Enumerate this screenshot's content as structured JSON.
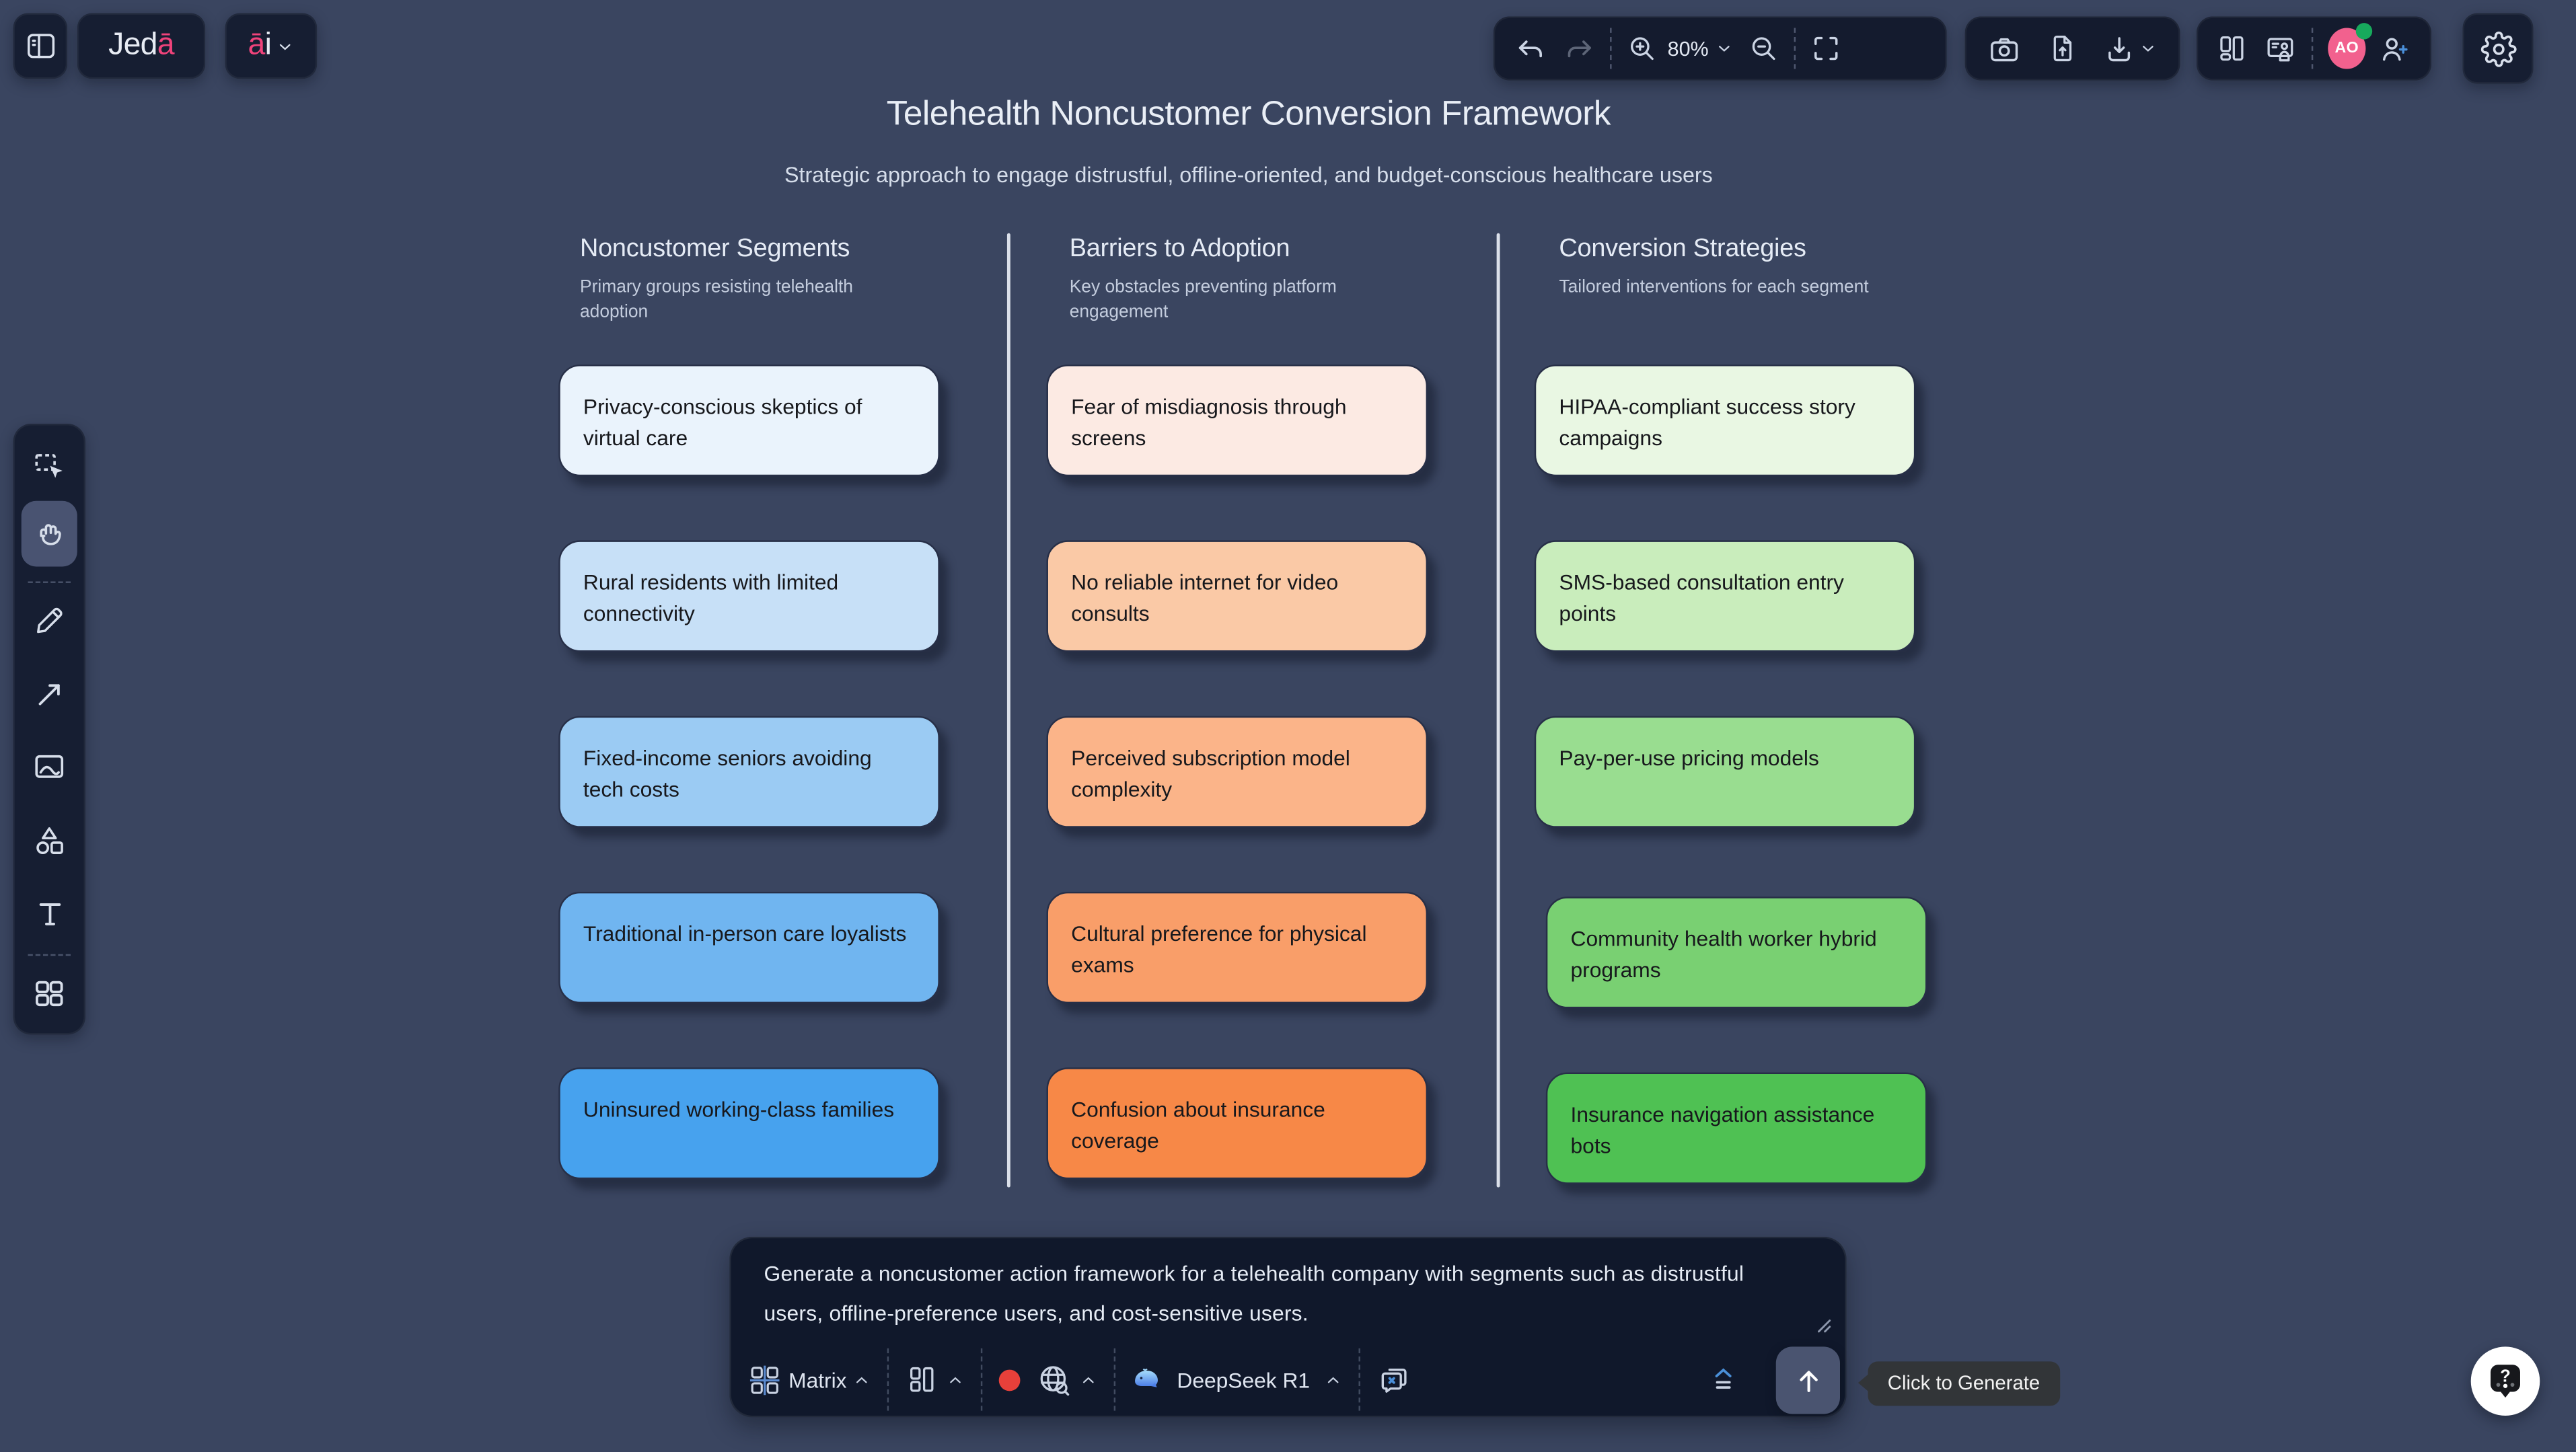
{
  "brand": {
    "logo_main": "Jed",
    "logo_accent": "ā",
    "ai_accent": "ā",
    "ai_rest": "i"
  },
  "toolbar": {
    "zoom_value": "80%"
  },
  "account": {
    "avatar_initials": "AO"
  },
  "canvas": {
    "title": "Telehealth Noncustomer Conversion Framework",
    "subtitle": "Strategic approach to engage distrustful, offline-oriented, and budget-conscious healthcare users"
  },
  "columns": [
    {
      "title": "Noncustomer Segments",
      "subtitle": "Primary groups resisting telehealth adoption",
      "cards": [
        {
          "label": "Privacy-conscious skeptics of virtual care",
          "color": "#EAF3FC"
        },
        {
          "label": "Rural residents with limited connectivity",
          "color": "#C7E0F7"
        },
        {
          "label": "Fixed-income seniors avoiding tech costs",
          "color": "#9BCBF3"
        },
        {
          "label": "Traditional in-person care loyalists",
          "color": "#70B5F0"
        },
        {
          "label": "Uninsured working-class families",
          "color": "#47A2EE"
        }
      ]
    },
    {
      "title": "Barriers to Adoption",
      "subtitle": "Key obstacles preventing platform engagement",
      "cards": [
        {
          "label": "Fear of misdiagnosis through screens",
          "color": "#FCEAE3"
        },
        {
          "label": "No reliable internet for video consults",
          "color": "#FAC9A6"
        },
        {
          "label": "Perceived subscription model complexity",
          "color": "#FBB489"
        },
        {
          "label": "Cultural preference for physical exams",
          "color": "#F99E69"
        },
        {
          "label": "Confusion about insurance coverage",
          "color": "#F78847"
        }
      ]
    },
    {
      "title": "Conversion Strategies",
      "subtitle": "Tailored interventions for each segment",
      "cards": [
        {
          "label": "HIPAA-compliant success story campaigns",
          "color": "#E9F7E3"
        },
        {
          "label": "SMS-based consultation entry points",
          "color": "#C9EDBC"
        },
        {
          "label": "Pay-per-use pricing models",
          "color": "#99DD90"
        },
        {
          "label": "Community health worker hybrid programs",
          "color": "#79D072"
        },
        {
          "label": "Insurance navigation assistance bots",
          "color": "#4FC153"
        }
      ]
    }
  ],
  "prompt": {
    "text": "Generate a noncustomer action framework for a telehealth company with segments such as distrustful users, offline-preference users, and cost-sensitive users.",
    "template_label": "Matrix",
    "model_label": "DeepSeek R1",
    "tooltip": "Click to Generate"
  },
  "colors": {
    "background": "#3A4560",
    "panel": "#141B2E",
    "accent_pink": "#F0437B",
    "avatar_pink": "#F2618E",
    "presence_green": "#17A95C",
    "accent_blue": "#4A8FD9",
    "web_status_dot": "#E8403A",
    "tooltip_bg": "#323538",
    "card_border": "#272F47",
    "column_divider": "#E9EEF6"
  },
  "icons": {
    "sidebar_toggle": "panel-left",
    "undo": "arrow-curve-left",
    "redo": "arrow-curve-right",
    "zoom_in": "magnifier-plus",
    "zoom_out": "magnifier-minus",
    "fit_screen": "corner-brackets",
    "snapshot": "camera",
    "import": "file-arrow-up",
    "export": "tray-arrow-down",
    "boards": "kanban",
    "present": "screen-person",
    "invite": "person-plus",
    "settings": "gear",
    "select_tool": "marquee-cursor",
    "hand_tool": "grab-hand",
    "pen_tool": "pencil",
    "arrow_tool": "diagonal-arrow",
    "image_tool": "picture",
    "shapes_tool": "triangle-circle-square",
    "text_tool": "letter-T",
    "apps_tool": "grid-2x2",
    "template": "matrix-grid",
    "layout": "kanban",
    "web_access": "globe-search",
    "model": "whale",
    "chat_clear": "chat-x",
    "collapse": "chevron-over-lines",
    "generate": "arrow-up",
    "help": "question-bubble"
  }
}
